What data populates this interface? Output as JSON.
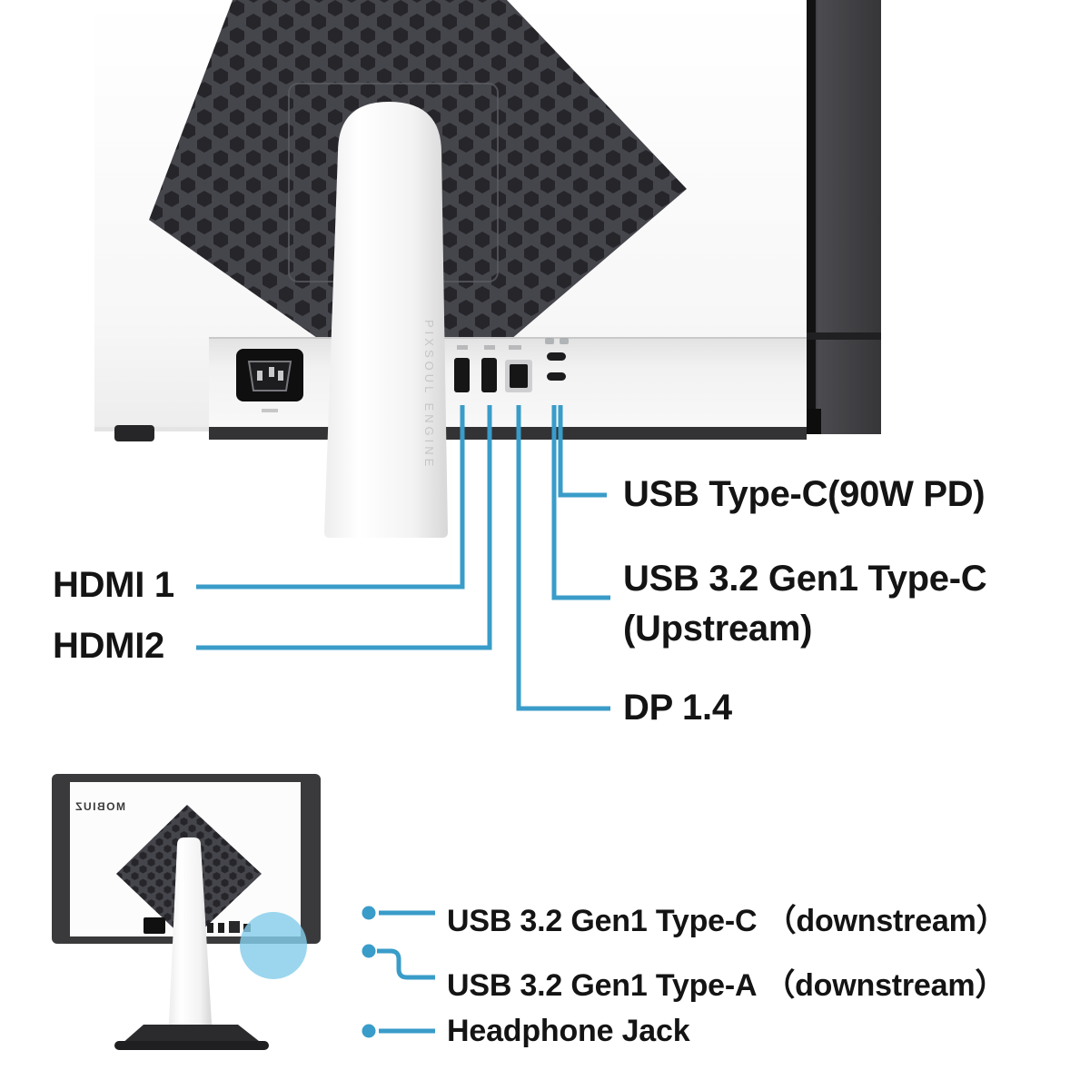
{
  "colors": {
    "accent": "#3a9cc9",
    "highlight": "#85cdea",
    "text": "#141414",
    "vent": "#45454c",
    "vent_hole": "#25252a"
  },
  "top_view": {
    "stand_engraving": "PIXSOUL ENGINE",
    "labels": {
      "usb_c_power": "USB Type-C(90W PD)",
      "hdmi1": "HDMI 1",
      "hdmi2": "HDMI2",
      "usb_c_upstream_line1": "USB 3.2 Gen1 Type-C",
      "usb_c_upstream_line2": "(Upstream)",
      "dp": "DP 1.4"
    }
  },
  "bottom_view": {
    "brand": "MOBIUZ",
    "labels": {
      "usb_c_downstream": "USB 3.2 Gen1 Type-C （downstream）",
      "usb_a_downstream": "USB 3.2 Gen1 Type-A （downstream）",
      "headphone": "Headphone Jack"
    }
  }
}
